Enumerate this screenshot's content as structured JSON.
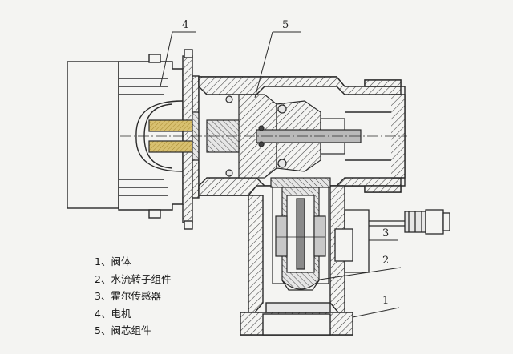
{
  "callouts": {
    "c1": "1",
    "c2": "2",
    "c3": "3",
    "c4": "4",
    "c5": "5"
  },
  "legend": [
    "1、阀体",
    "2、水流转子组件",
    "3、霍尔传感器",
    "4、电机",
    "5、阀芯组件"
  ],
  "colors": {
    "line": "#2a2a2a",
    "hatch": "#3a3a3a",
    "fill_metal": "#dcdcdc",
    "fill_shaft": "#b9b9b9",
    "fill_gear": "#d8c070",
    "fill_gear_dark": "#a88a30",
    "fill_rotor": "#c8c8c8",
    "fill_magnet": "#8a8a8a"
  }
}
